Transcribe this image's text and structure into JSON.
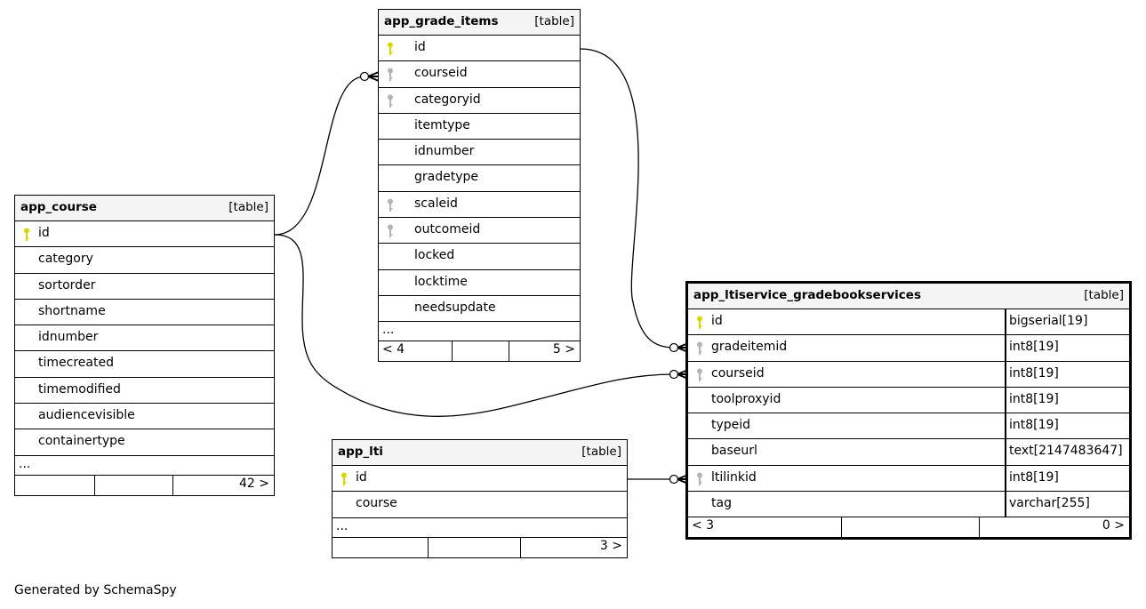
{
  "diagram": {
    "credit": "Generated by SchemaSpy",
    "colors": {
      "primary_key": "#d8d800",
      "foreign_key": "#b4b4b4",
      "header_bg": "#f4f4f4"
    },
    "tables": {
      "grade_items": {
        "name": "app_grade_items",
        "kind": "[table]",
        "columns": [
          {
            "name": "id",
            "key": "primary-key"
          },
          {
            "name": "courseid",
            "key": "foreign-key"
          },
          {
            "name": "categoryid",
            "key": "foreign-key"
          },
          {
            "name": "itemtype",
            "key": ""
          },
          {
            "name": "idnumber",
            "key": ""
          },
          {
            "name": "gradetype",
            "key": ""
          },
          {
            "name": "scaleid",
            "key": "foreign-key"
          },
          {
            "name": "outcomeid",
            "key": "foreign-key"
          },
          {
            "name": "locked",
            "key": ""
          },
          {
            "name": "locktime",
            "key": ""
          },
          {
            "name": "needsupdate",
            "key": ""
          }
        ],
        "more": "...",
        "parents": "< 4",
        "children": "5 >"
      },
      "course": {
        "name": "app_course",
        "kind": "[table]",
        "columns": [
          {
            "name": "id",
            "key": "primary-key"
          },
          {
            "name": "category",
            "key": ""
          },
          {
            "name": "sortorder",
            "key": ""
          },
          {
            "name": "shortname",
            "key": ""
          },
          {
            "name": "idnumber",
            "key": ""
          },
          {
            "name": "timecreated",
            "key": ""
          },
          {
            "name": "timemodified",
            "key": ""
          },
          {
            "name": "audiencevisible",
            "key": ""
          },
          {
            "name": "containertype",
            "key": ""
          }
        ],
        "more": "...",
        "parents": "",
        "children": "42 >"
      },
      "gradebookservices": {
        "name": "app_ltiservice_gradebookservices",
        "kind": "[table]",
        "columns": [
          {
            "name": "id",
            "key": "primary-key",
            "type": "bigserial[19]"
          },
          {
            "name": "gradeitemid",
            "key": "foreign-key",
            "type": "int8[19]"
          },
          {
            "name": "courseid",
            "key": "foreign-key",
            "type": "int8[19]"
          },
          {
            "name": "toolproxyid",
            "key": "",
            "type": "int8[19]"
          },
          {
            "name": "typeid",
            "key": "",
            "type": "int8[19]"
          },
          {
            "name": "baseurl",
            "key": "",
            "type": "text[2147483647]"
          },
          {
            "name": "ltilinkid",
            "key": "foreign-key",
            "type": "int8[19]"
          },
          {
            "name": "tag",
            "key": "",
            "type": "varchar[255]"
          }
        ],
        "parents": "< 3",
        "children": "0 >"
      },
      "lti": {
        "name": "app_lti",
        "kind": "[table]",
        "columns": [
          {
            "name": "id",
            "key": "primary-key"
          },
          {
            "name": "course",
            "key": ""
          }
        ],
        "more": "...",
        "parents": "",
        "children": "3 >"
      }
    },
    "relationships": [
      {
        "from": "app_course.id",
        "to": "app_grade_items.courseid"
      },
      {
        "from": "app_grade_items.id",
        "to": "app_ltiservice_gradebookservices.gradeitemid"
      },
      {
        "from": "app_course.id",
        "to": "app_ltiservice_gradebookservices.courseid"
      },
      {
        "from": "app_lti.id",
        "to": "app_ltiservice_gradebookservices.ltilinkid"
      }
    ]
  }
}
